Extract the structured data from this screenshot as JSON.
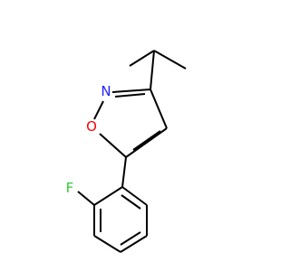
{
  "molecule": {
    "atoms": {
      "nitrogen": {
        "symbol": "N",
        "color": "#1f1fff"
      },
      "oxygen": {
        "symbol": "O",
        "color": "#ff0000"
      },
      "fluorine": {
        "symbol": "F",
        "color": "#33cc33"
      }
    },
    "bond_color": "#000000"
  }
}
